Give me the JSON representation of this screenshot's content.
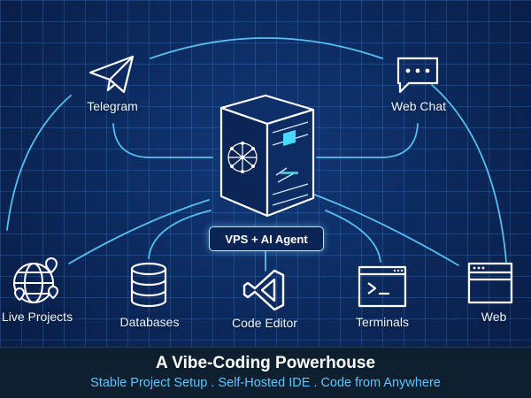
{
  "nodes": {
    "telegram": "Telegram",
    "web_chat": "Web Chat",
    "live_projects": "Live Projects",
    "databases": "Databases",
    "code_editor": "Code Editor",
    "terminals": "Terminals",
    "web": "Web"
  },
  "center_label": "VPS + AI Agent",
  "footer": {
    "title": "A Vibe-Coding Powerhouse",
    "subtitle": "Stable Project Setup . Self-Hosted IDE . Code from Anywhere"
  },
  "colors": {
    "background": "#0c2a5e",
    "line": "#5fd0ff",
    "accent": "#4ad8ff",
    "footer_bg": "#0e2030",
    "subtitle": "#5ec4ff"
  },
  "icons": [
    "paper-plane-icon",
    "chat-bubble-icon",
    "server-icon",
    "globe-pins-icon",
    "database-icon",
    "code-editor-icon",
    "terminal-icon",
    "browser-window-icon"
  ]
}
